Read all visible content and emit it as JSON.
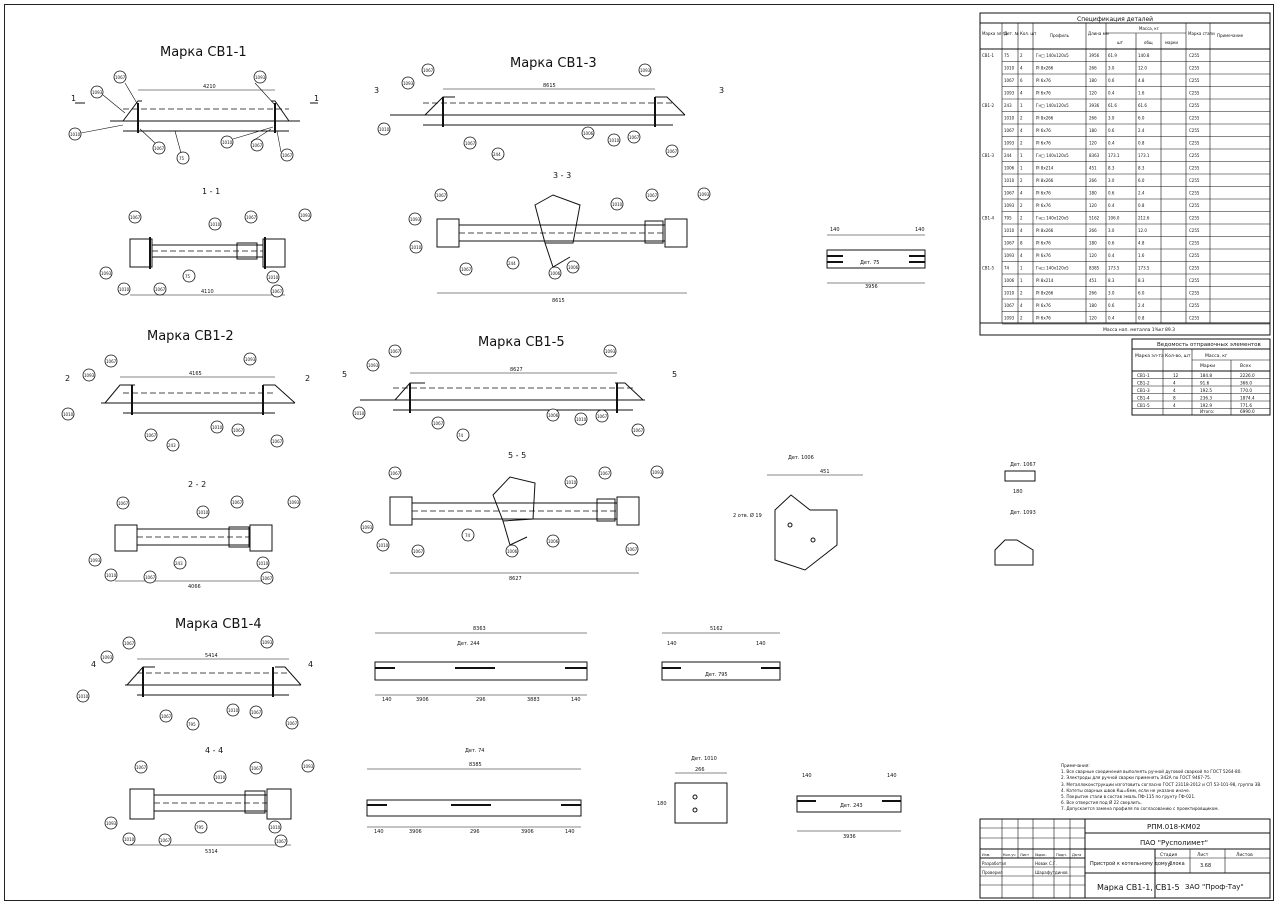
{
  "drawing": {
    "views": [
      {
        "id": "sv1-1",
        "title": "Марка СВ1-1",
        "section": "1 - 1",
        "cut": "1",
        "length": "4210",
        "section_length": "4110"
      },
      {
        "id": "sv1-2",
        "title": "Марка СВ1-2",
        "section": "2 - 2",
        "cut": "2",
        "length": "4165",
        "section_length": "4066"
      },
      {
        "id": "sv1-3",
        "title": "Марка СВ1-3",
        "section": "3 - 3",
        "cut": "3",
        "length": "8615",
        "section_length": "8615"
      },
      {
        "id": "sv1-4",
        "title": "Марка СВ1-4",
        "section": "4 - 4",
        "cut": "4",
        "length": "5414",
        "section_length": "5314"
      },
      {
        "id": "sv1-5",
        "title": "Марка СВ1-5",
        "section": "5 - 5",
        "cut": "5",
        "length": "8627",
        "section_length": "8627"
      }
    ],
    "details": {
      "d75": {
        "label": "Дет. 75",
        "length": "3956",
        "end": "140"
      },
      "d244": {
        "label": "Дет. 244",
        "length": "8363",
        "dims": [
          "140",
          "3906",
          "296",
          "3883",
          "140"
        ]
      },
      "d795": {
        "label": "Дет. 795",
        "length": "5162",
        "end": "140"
      },
      "d74": {
        "label": "Дет. 74",
        "length": "8385",
        "dims": [
          "140",
          "3906",
          "296",
          "3906",
          "140"
        ]
      },
      "d1010": {
        "label": "Дет. 1010",
        "width": "266",
        "height": "180"
      },
      "d243": {
        "label": "Дет. 243",
        "length": "3936",
        "end": "140"
      },
      "d1006": {
        "label": "Дет. 1006",
        "width": "451",
        "hole": "2 отв. Ø 19"
      },
      "d1067": {
        "label": "Дет. 1067",
        "size": "180"
      },
      "d1093": {
        "label": "Дет. 1093"
      }
    }
  },
  "spec_table": {
    "title": "Спецификация деталей",
    "headers": [
      "Марка эл-та",
      "Дет. №",
      "Кол. шт",
      "Профиль",
      "Длина мм",
      "Масса, кг",
      "шт",
      "общ",
      "марки",
      "Марка стали",
      "Примечание"
    ],
    "rows": [
      [
        "СВ1-1",
        "75",
        "2",
        "Гн□ 140х120х5",
        "3956",
        "61.9",
        "140.8",
        "",
        "С255"
      ],
      [
        "",
        "1010",
        "4",
        "Pl 8x266",
        "266",
        "3.0",
        "12.0",
        "",
        "С255"
      ],
      [
        "",
        "1067",
        "6",
        "Pl 6x76",
        "180",
        "0.6",
        "4.8",
        "",
        "С255"
      ],
      [
        "",
        "1093",
        "4",
        "Pl 6x76",
        "120",
        "0.4",
        "1.6",
        "",
        "С255"
      ],
      [
        "СВ1-2",
        "243",
        "1",
        "Гн□ 140х120х5",
        "3936",
        "61.6",
        "61.6",
        "",
        "С255"
      ],
      [
        "",
        "1010",
        "2",
        "Pl 8x266",
        "266",
        "3.0",
        "6.0",
        "",
        "С255"
      ],
      [
        "",
        "1067",
        "4",
        "Pl 6x76",
        "180",
        "0.6",
        "2.4",
        "",
        "С255"
      ],
      [
        "",
        "1093",
        "2",
        "Pl 6x76",
        "120",
        "0.4",
        "0.8",
        "",
        "С255"
      ],
      [
        "СВ1-3",
        "244",
        "1",
        "Гн□ 140х120х5",
        "8363",
        "173.1",
        "173.1",
        "",
        "С255"
      ],
      [
        "",
        "1006",
        "1",
        "Pl 8x214",
        "451",
        "8.3",
        "8.3",
        "",
        "С255"
      ],
      [
        "",
        "1010",
        "2",
        "Pl 8x266",
        "266",
        "3.0",
        "6.0",
        "",
        "С255"
      ],
      [
        "",
        "1067",
        "4",
        "Pl 6x76",
        "180",
        "0.6",
        "2.4",
        "",
        "С255"
      ],
      [
        "",
        "1093",
        "2",
        "Pl 6x76",
        "120",
        "0.4",
        "0.8",
        "",
        "С255"
      ],
      [
        "СВ1-4",
        "795",
        "2",
        "Гн□ 140х120х5",
        "5162",
        "106.0",
        "212.6",
        "",
        "С255"
      ],
      [
        "",
        "1010",
        "4",
        "Pl 8x266",
        "266",
        "3.0",
        "12.0",
        "",
        "С255"
      ],
      [
        "",
        "1067",
        "8",
        "Pl 6x76",
        "180",
        "0.6",
        "4.8",
        "",
        "С255"
      ],
      [
        "",
        "1093",
        "4",
        "Pl 6x76",
        "120",
        "0.4",
        "1.6",
        "",
        "С255"
      ],
      [
        "СВ1-5",
        "74",
        "1",
        "Гн□ 140х120х5",
        "8385",
        "173.5",
        "173.5",
        "",
        "С255"
      ],
      [
        "",
        "1006",
        "1",
        "Pl 8x214",
        "451",
        "8.3",
        "8.3",
        "",
        "С255"
      ],
      [
        "",
        "1010",
        "2",
        "Pl 8x266",
        "266",
        "3.0",
        "6.0",
        "",
        "С255"
      ],
      [
        "",
        "1067",
        "4",
        "Pl 6x76",
        "180",
        "0.6",
        "2.4",
        "",
        "С255"
      ],
      [
        "",
        "1093",
        "2",
        "Pl 6x76",
        "120",
        "0.4",
        "0.8",
        "",
        "С255"
      ]
    ],
    "footer": "Масса нап. металла 1%кг",
    "footer_value": "89.3"
  },
  "shipping_table": {
    "title": "Ведомость отправочных элементов",
    "headers": [
      "Марка эл-та",
      "Кол-во, шт",
      "Масса, кг",
      "Марки",
      "Всех"
    ],
    "rows": [
      [
        "СВ1-1",
        "12",
        "184.8",
        "2226.0"
      ],
      [
        "СВ1-2",
        "4",
        "91.6",
        "366.0"
      ],
      [
        "СВ1-3",
        "4",
        "192.5",
        "770.0"
      ],
      [
        "СВ1-4",
        "8",
        "236.3",
        "1874.4"
      ],
      [
        "СВ1-5",
        "4",
        "192.9",
        "771.6"
      ]
    ],
    "total_label": "Итого:",
    "total": "6990.0"
  },
  "notes": {
    "title": "Примечания:",
    "lines": [
      "1. Все сварные соединения выполнять ручной дуговой сваркой по ГОСТ 5264-80.",
      "2. Электроды для ручной сварки применять Э42А по ГОСТ 9467-75.",
      "3. Металлоконструкции изготовить согласно ГОСТ 23118-2012 и СП 53-101-98, группа 3В.",
      "4. Катеты сварных швов Кш=6мм, если не указано иначе.",
      "5. Покрытие стали в состав эмаль ПФ-115 по грунту ГФ-021.",
      "6. Все отверстия под Ø 22 сверлить.",
      "7. Допускается замена профиля по согласованию с проектировщиком."
    ]
  },
  "title_block": {
    "code": "РПМ.018-КМ02",
    "company": "ПАО \"Русполимет\"",
    "object": "Пристрой к котельному дому блока",
    "sheet_title": "Марка СВ1-1, СВ1-5",
    "stage_label": "Стадия",
    "sheet_label": "Лист",
    "sheets_label": "Листов",
    "stage": "Р",
    "sheet": "3.68",
    "firm": "ЗАО \"Проф-Тау\"",
    "cols": [
      "Изм.",
      "Кол.уч",
      "Лист",
      "№док.",
      "Подп.",
      "Дата"
    ],
    "roles": [
      {
        "role": "Разработал",
        "name": "Новак С.Г."
      },
      {
        "role": "Проверил",
        "name": "Шарафутдинов"
      }
    ]
  }
}
